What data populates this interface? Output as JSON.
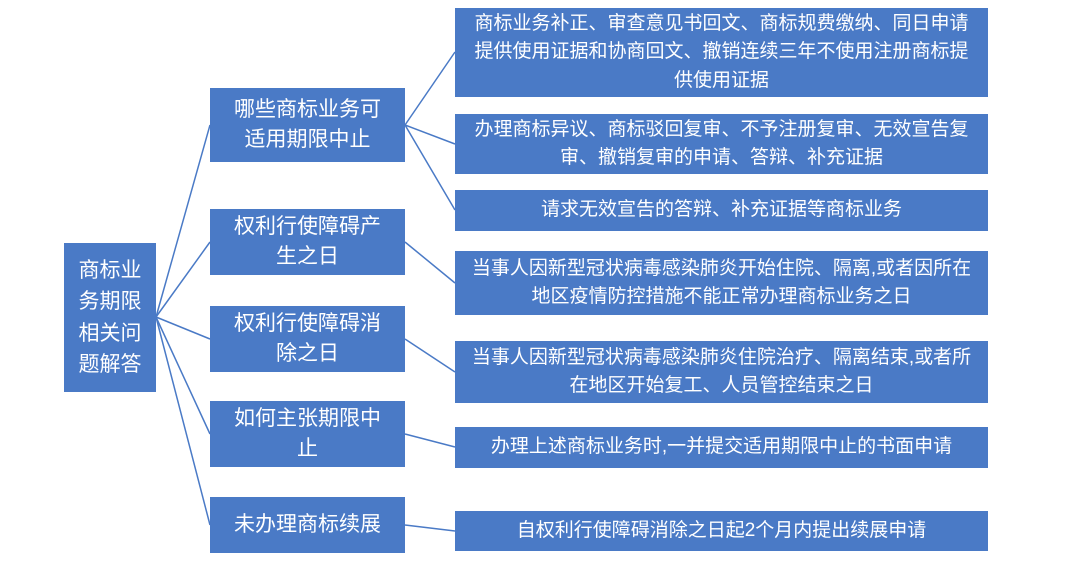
{
  "colors": {
    "node_fill": "#4a7ac6",
    "node_text": "#ffffff",
    "connector": "#4a7ac6",
    "background": "#ffffff"
  },
  "root": {
    "label": "商标业\n务期限\n相关问\n题解答"
  },
  "branches": [
    {
      "label": "哪些商标业务可适用期限中止",
      "children": [
        "商标业务补正、审查意见书回文、商标规费缴纳、同日申请提供使用证据和协商回文、撤销连续三年不使用注册商标提供使用证据",
        "办理商标异议、商标驳回复审、不予注册复审、无效宣告复审、撤销复审的申请、答辩、补充证据",
        "请求无效宣告的答辩、补充证据等商标业务"
      ]
    },
    {
      "label": "权利行使障碍产生之日",
      "children": [
        "当事人因新型冠状病毒感染肺炎开始住院、隔离,或者因所在地区疫情防控措施不能正常办理商标业务之日"
      ]
    },
    {
      "label": "权利行使障碍消除之日",
      "children": [
        "当事人因新型冠状病毒感染肺炎住院治疗、隔离结束,或者所在地区开始复工、人员管控结束之日"
      ]
    },
    {
      "label": "如何主张期限中止",
      "children": [
        "办理上述商标业务时,一并提交适用期限中止的书面申请"
      ]
    },
    {
      "label": "未办理商标续展",
      "children": [
        "自权利行使障碍消除之日起2个月内提出续展申请"
      ]
    }
  ]
}
